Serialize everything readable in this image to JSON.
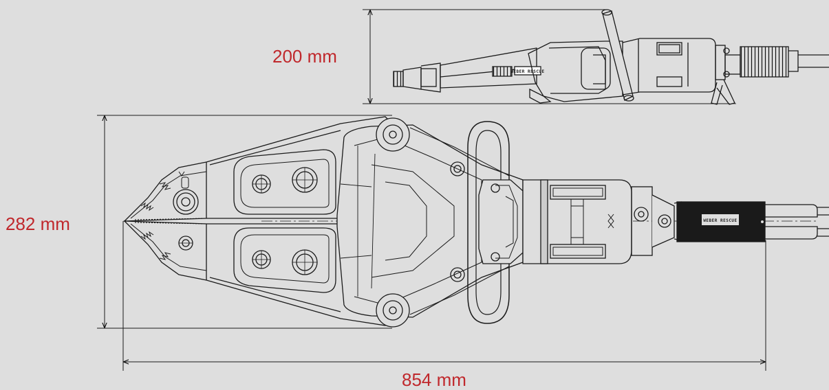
{
  "dimensions": {
    "side_view_height": "200 mm",
    "top_view_width": "282 mm",
    "overall_length": "854 mm"
  },
  "brand_marking": "WEBER RESCUE",
  "colors": {
    "background": "#dedede",
    "dimension_text": "#c0282c",
    "line_work": "#1a1a1a"
  }
}
